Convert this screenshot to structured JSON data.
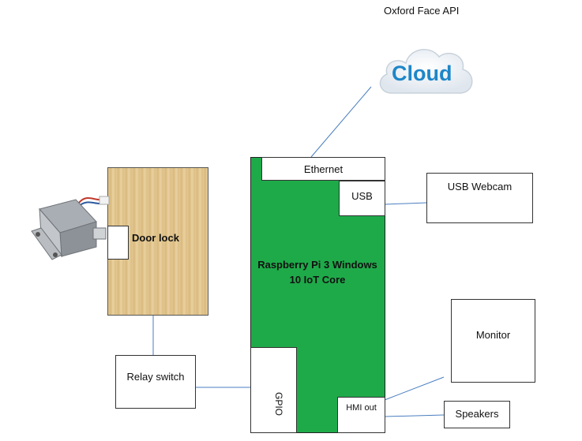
{
  "diagram": {
    "api_label": "Oxford Face API",
    "cloud_label": "Cloud",
    "pi": {
      "title": "Raspberry Pi 3 Windows 10 IoT Core",
      "ethernet": "Ethernet",
      "usb": "USB",
      "gpio": "GPIO",
      "hdmi": "HMI out"
    },
    "door_lock": "Door lock",
    "relay": "Relay switch",
    "webcam": "USB Webcam",
    "monitor": "Monitor",
    "speakers": "Speakers"
  },
  "colors": {
    "pi_green": "#1faa4a",
    "wood": "#e2c48e",
    "cloud_text": "#1e86c8",
    "line": "#4a7ec0"
  }
}
